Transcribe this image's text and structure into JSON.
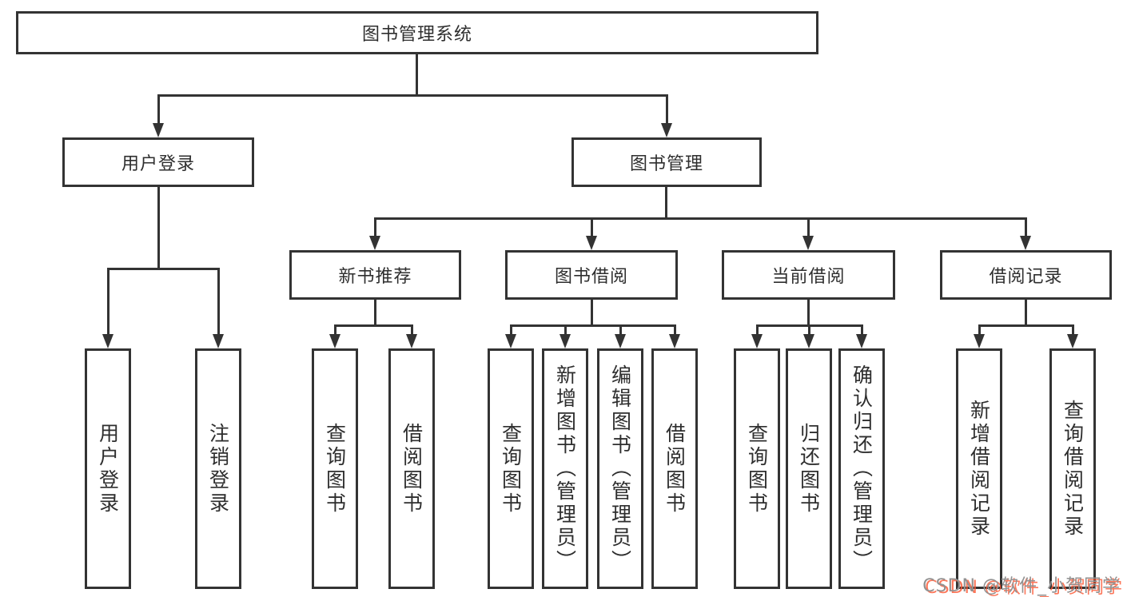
{
  "diagram": {
    "root": {
      "label": "图书管理系统"
    },
    "level2": [
      {
        "id": "user-login",
        "label": "用户登录"
      },
      {
        "id": "book-management",
        "label": "图书管理"
      }
    ],
    "level3": [
      {
        "id": "new-book-recommendation",
        "label": "新书推荐"
      },
      {
        "id": "book-borrowing",
        "label": "图书借阅"
      },
      {
        "id": "current-borrowing",
        "label": "当前借阅"
      },
      {
        "id": "borrowing-records",
        "label": "借阅记录"
      }
    ],
    "leaves": [
      {
        "label": "用户登录"
      },
      {
        "label": "注销登录"
      },
      {
        "label": "查询图书"
      },
      {
        "label": "借阅图书"
      },
      {
        "label": "查询图书"
      },
      {
        "label": "新增图书（管理员）"
      },
      {
        "label": "编辑图书（管理员）"
      },
      {
        "label": "借阅图书"
      },
      {
        "label": "查询图书"
      },
      {
        "label": "归还图书"
      },
      {
        "label": "确认归还（管理员）"
      },
      {
        "label": "新增借阅记录"
      },
      {
        "label": "查询借阅记录"
      }
    ]
  },
  "watermark": {
    "text": "CSDN @软件_小贺同学",
    "text_color": "#929292",
    "accent_color": "#fc5531"
  },
  "colors": {
    "line": "#333333",
    "background": "#ffffff"
  }
}
